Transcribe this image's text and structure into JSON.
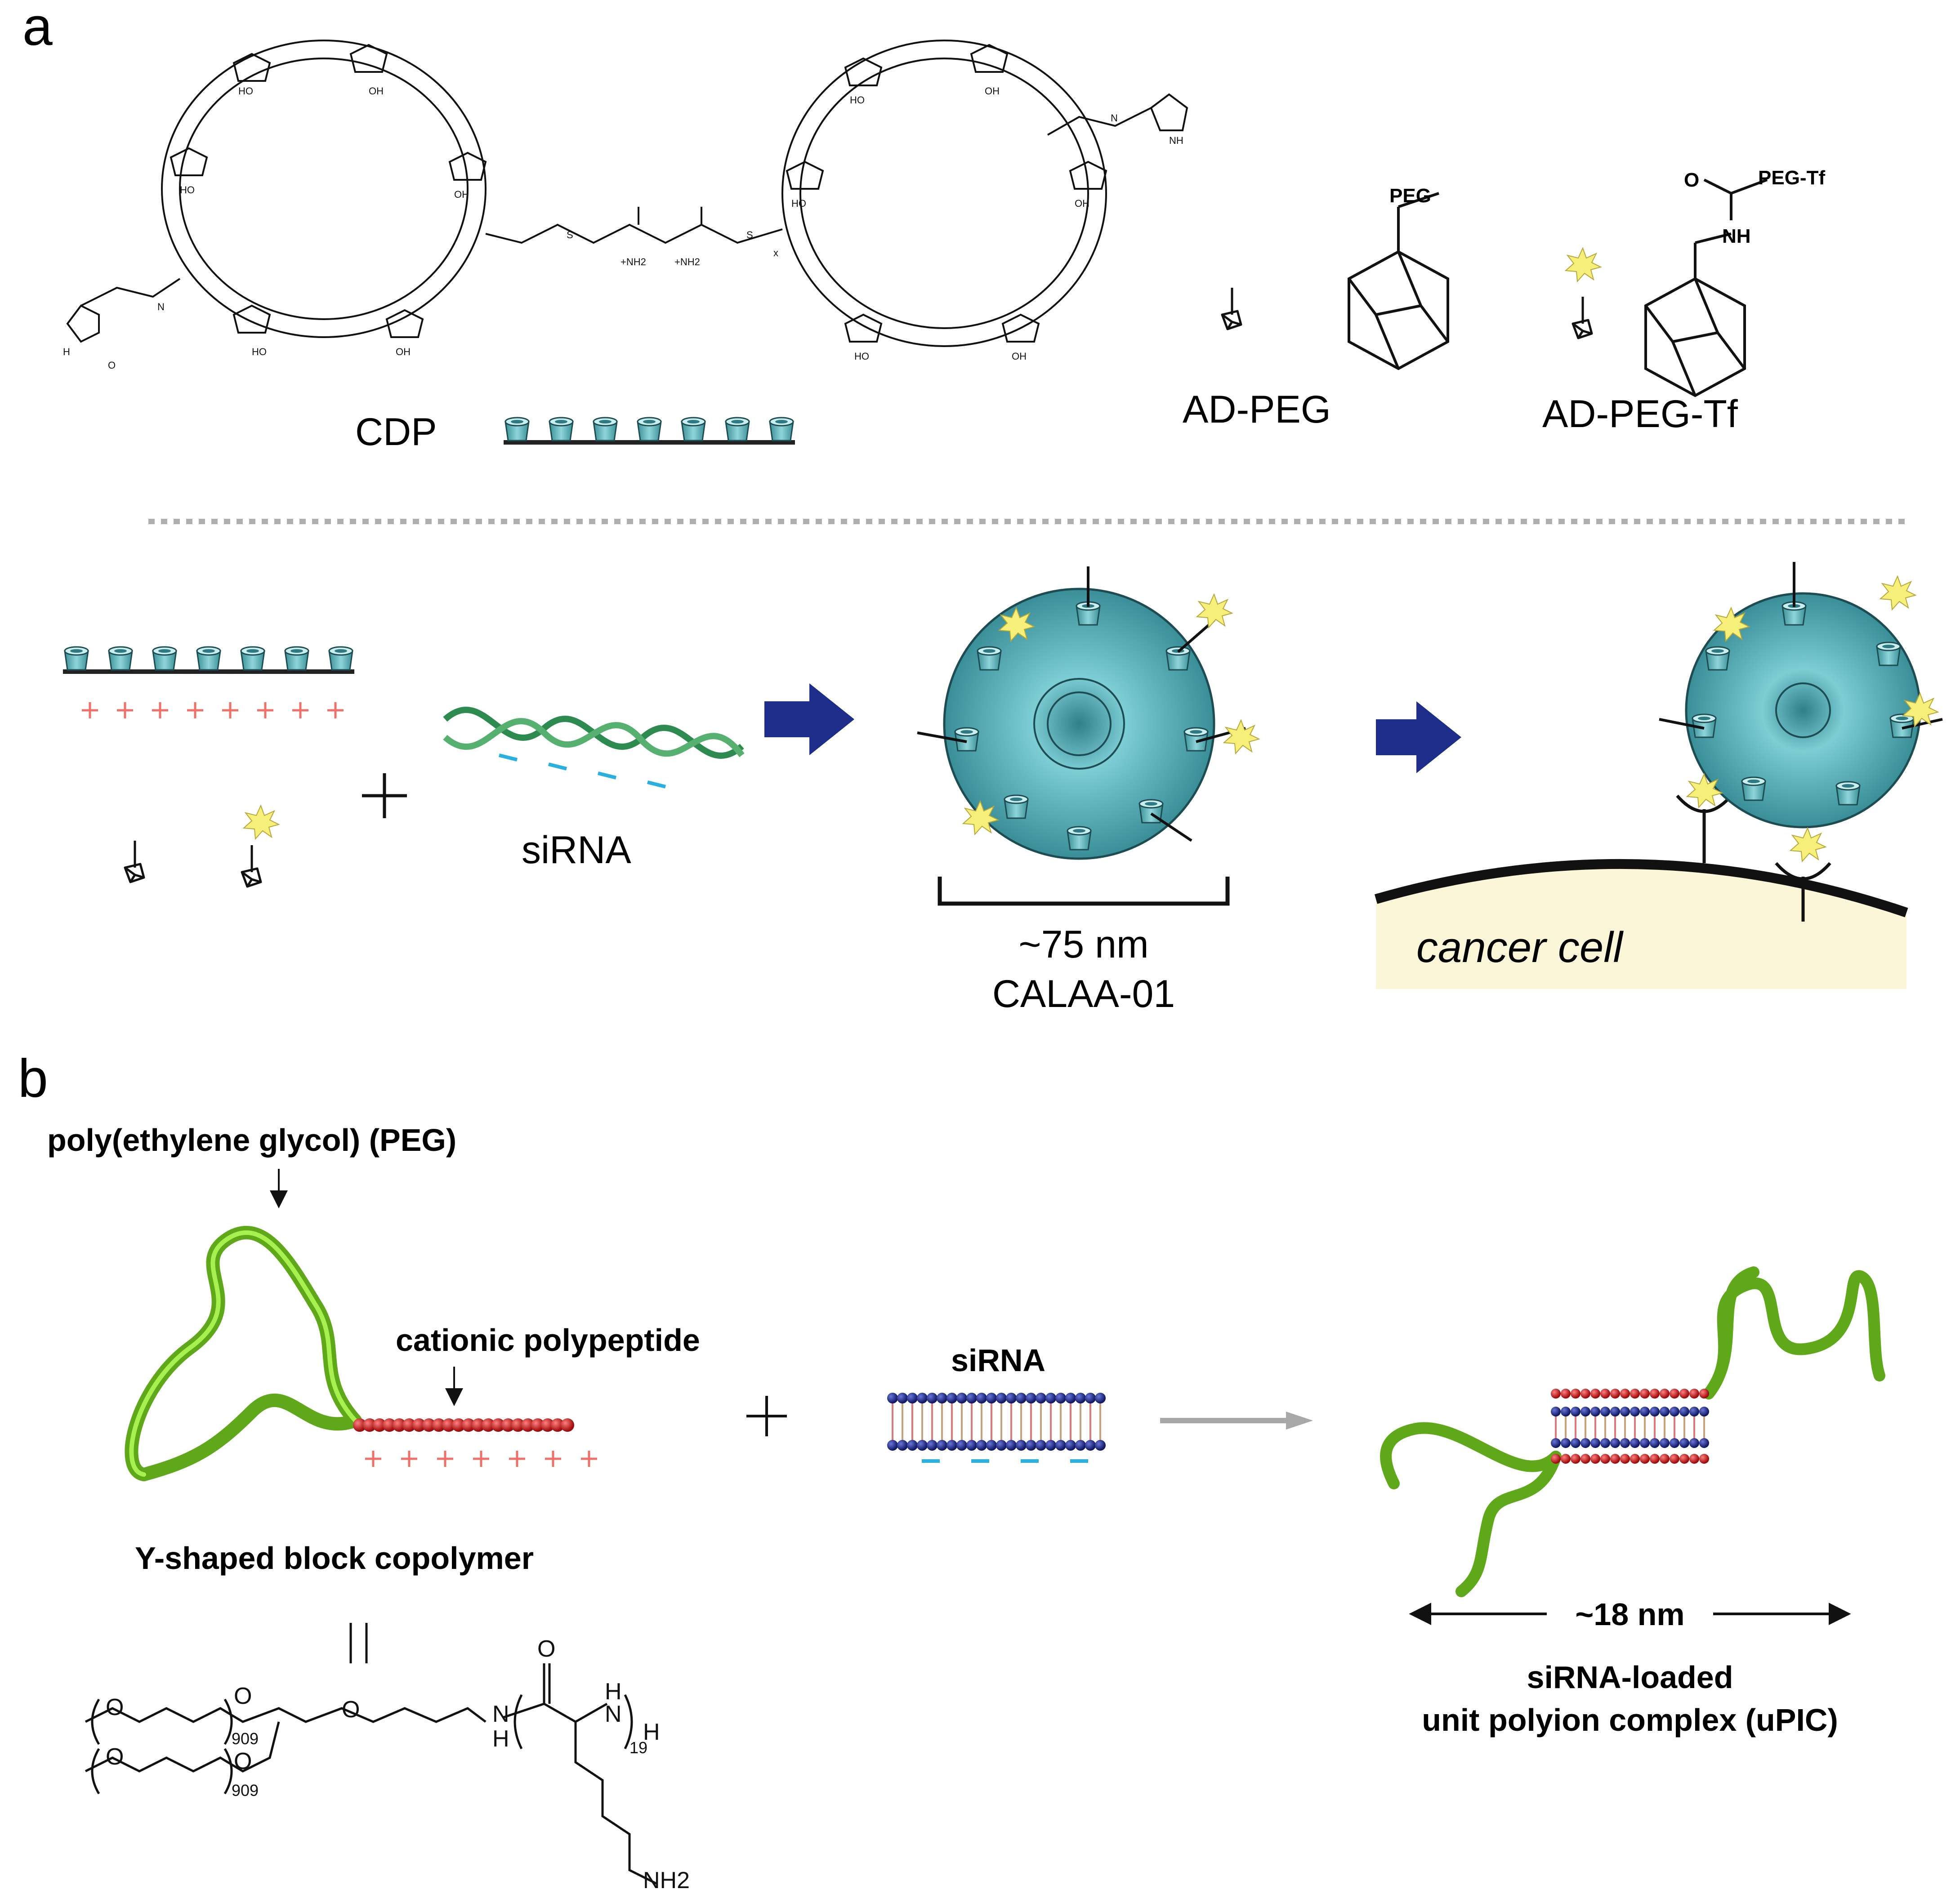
{
  "panels": {
    "a": "a",
    "b": "b"
  },
  "a": {
    "cdp_label": "CDP",
    "ad_peg_label": "AD-PEG",
    "ad_peg_tf_label": "AD-PEG-Tf",
    "peg_group": "PEG",
    "peg_tf_group": "PEG-Tf",
    "o_atom": "O",
    "nh_atom": "NH",
    "sirna_label": "siRNA",
    "size_label": "~75 nm",
    "name_label": "CALAA-01",
    "cell_label": "cancer cell",
    "small": {
      "ho": "HO",
      "oh": "OH",
      "o": "O",
      "s": "S",
      "n": "N",
      "h": "H",
      "nh": "NH",
      "nh2": "+NH2",
      "x": "x"
    }
  },
  "b": {
    "peg_label": "poly(ethylene glycol) (PEG)",
    "cationic_label": "cationic polypeptide",
    "sirna_label": "siRNA",
    "copolymer_label": "Y-shaped block copolymer",
    "size_label": "~18 nm",
    "upic_line1": "siRNA-loaded",
    "upic_line2": "unit polyion complex (uPIC)",
    "formula": {
      "o": "O",
      "n": "N",
      "h": "H",
      "nh2": "NH2",
      "n909": "909",
      "n19": "19"
    }
  },
  "colors": {
    "plus": "#f0706a",
    "minus": "#2ab0e0",
    "arrow_blue": "#1f2d8a",
    "arrow_gray": "#a8a8a8",
    "peg_green": "#7ad321",
    "bead_red": "#cc1a1a",
    "bead_blue": "#1e2a8c",
    "teal": "#4aa0a8",
    "sirna_green": "#2e8b4f",
    "star": "#f6ef7a",
    "cell": "#fbf6d8"
  }
}
